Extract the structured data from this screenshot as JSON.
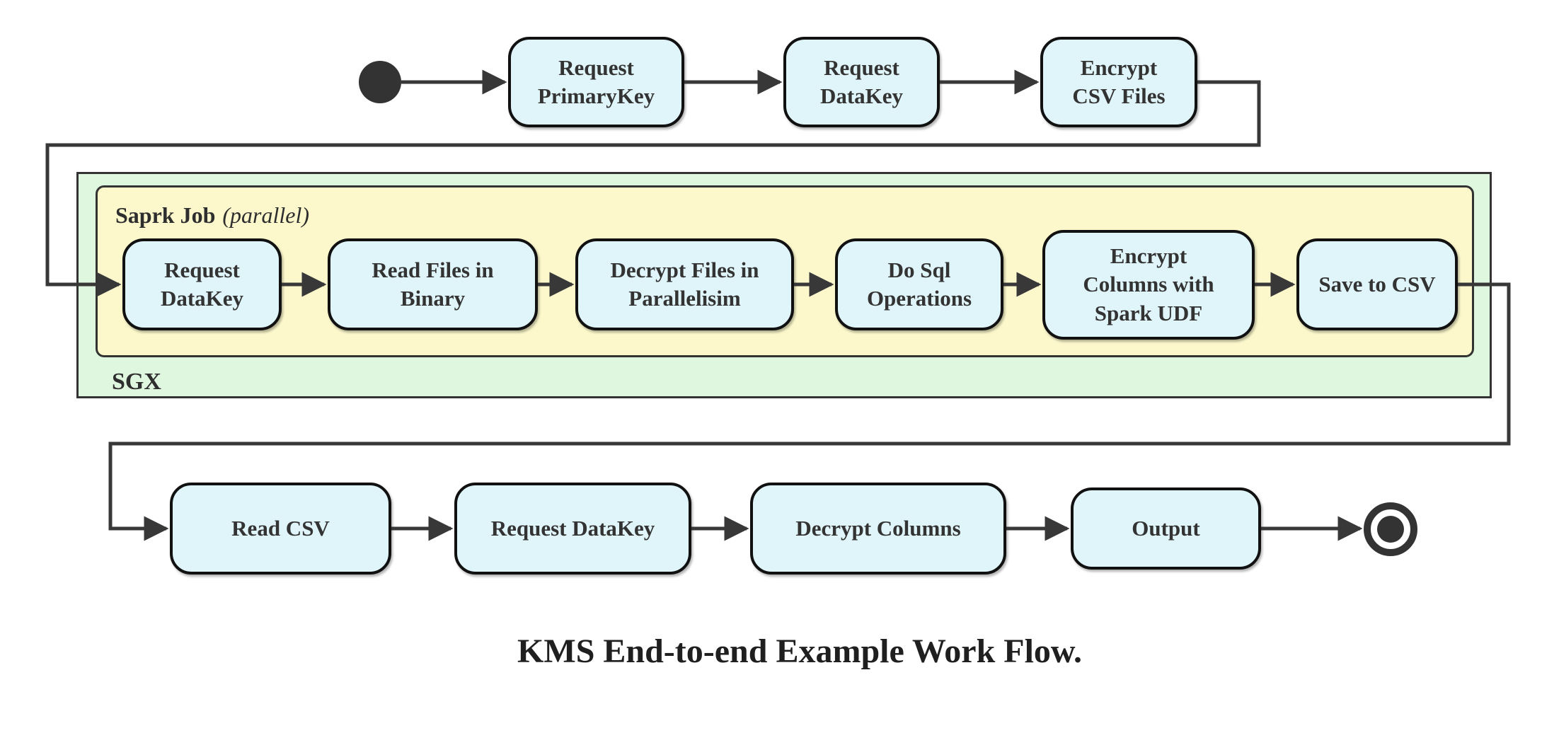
{
  "diagram": {
    "caption": "KMS End-to-end Example Work Flow.",
    "containers": {
      "spark": {
        "label_bold": "Saprk Job",
        "label_italic": "(parallel)"
      },
      "sgx": {
        "label": "SGX"
      }
    },
    "rows": {
      "top": [
        {
          "label": "Request\nPrimaryKey"
        },
        {
          "label": "Request\nDataKey"
        },
        {
          "label": "Encrypt\nCSV Files"
        }
      ],
      "spark": [
        {
          "label": "Request\nDataKey"
        },
        {
          "label": "Read Files in\nBinary"
        },
        {
          "label": "Decrypt Files in\nParallelisim"
        },
        {
          "label": "Do Sql\nOperations"
        },
        {
          "label": "Encrypt\nColumns with\nSpark UDF"
        },
        {
          "label": "Save to CSV"
        }
      ],
      "bottom": [
        {
          "label": "Read CSV"
        },
        {
          "label": "Request DataKey"
        },
        {
          "label": "Decrypt Columns"
        },
        {
          "label": "Output"
        }
      ]
    },
    "icons": {
      "start": "filled-circle-start-state-icon",
      "end": "double-circle-end-state-icon"
    },
    "colors": {
      "node_fill": "#e0f5fa",
      "node_border": "#111111",
      "spark_container_fill": "#fcf8cc",
      "sgx_container_fill": "#dff6df",
      "container_border": "#333333",
      "connector": "#383838",
      "text": "#333333"
    }
  }
}
